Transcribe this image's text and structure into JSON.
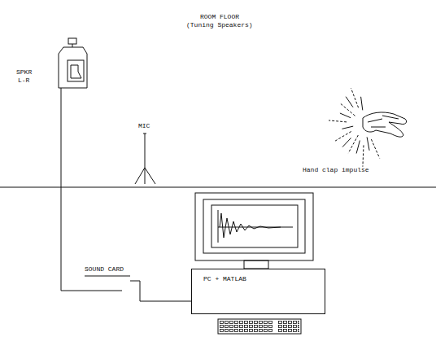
{
  "diagram": {
    "title": "ROOM FLOOR",
    "nodes": [
      {
        "text": [
          "PC + MATLAB"
        ]
      }
    ],
    "labels": [
      "(Tuning Speakers)",
      "SPKR",
      "L-R",
      "MIC",
      "Hand clap impulse",
      "SOUND CARD"
    ]
  }
}
